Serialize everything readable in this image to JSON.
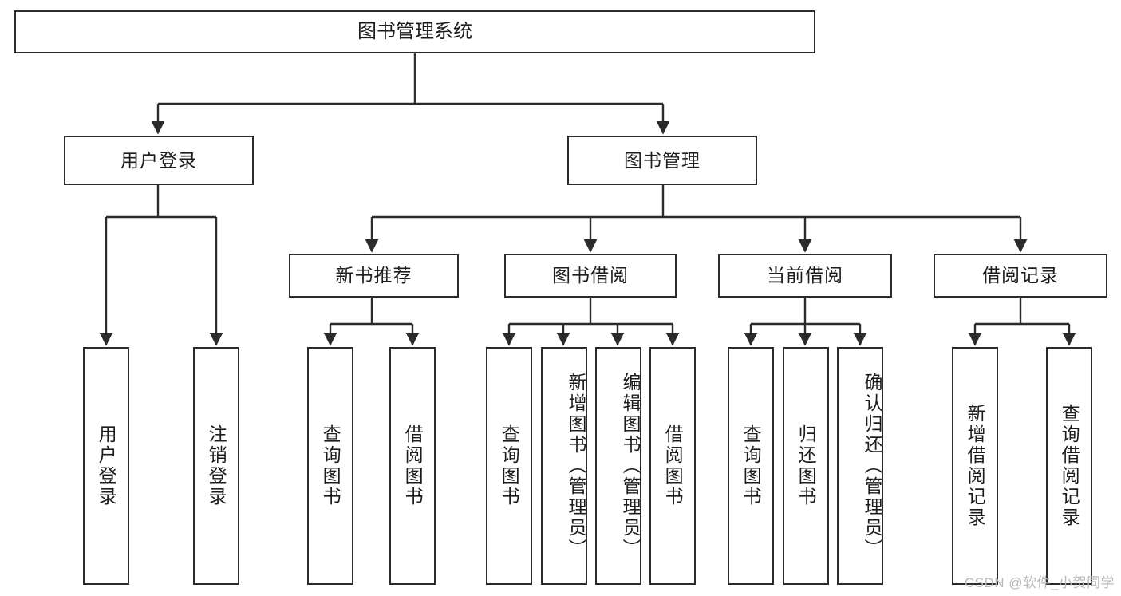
{
  "diagram": {
    "title": "图书管理系统",
    "type": "tree-hierarchy",
    "watermark": "CSDN @软件_小贺同学",
    "colors": {
      "stroke": "#2b2b2b",
      "fill": "#ffffff",
      "text": "#1d1d1d",
      "watermark": "#b9b9b9"
    },
    "levels": {
      "root": {
        "label": "图书管理系统"
      },
      "level2": [
        {
          "id": "user-login",
          "label": "用户登录"
        },
        {
          "id": "book-manage",
          "label": "图书管理"
        }
      ],
      "level3": [
        {
          "id": "new-book-rec",
          "label": "新书推荐"
        },
        {
          "id": "book-borrow",
          "label": "图书借阅"
        },
        {
          "id": "current-borrow",
          "label": "当前借阅"
        },
        {
          "id": "borrow-record",
          "label": "借阅记录"
        }
      ],
      "leaves": {
        "user-login": [
          {
            "id": "leaf-user-login",
            "label": "用户登录"
          },
          {
            "id": "leaf-user-logout",
            "label": "注销登录"
          }
        ],
        "new-book-rec": [
          {
            "id": "leaf-query-book-1",
            "label": "查询图书"
          },
          {
            "id": "leaf-borrow-book-1",
            "label": "借阅图书"
          }
        ],
        "book-borrow": [
          {
            "id": "leaf-query-book-2",
            "label": "查询图书"
          },
          {
            "id": "leaf-add-book",
            "label": "新增图书（管理员）"
          },
          {
            "id": "leaf-edit-book",
            "label": "编辑图书（管理员）"
          },
          {
            "id": "leaf-borrow-book-2",
            "label": "借阅图书"
          }
        ],
        "current-borrow": [
          {
            "id": "leaf-query-book-3",
            "label": "查询图书"
          },
          {
            "id": "leaf-return-book",
            "label": "归还图书"
          },
          {
            "id": "leaf-confirm-return",
            "label": "确认归还（管理员）"
          }
        ],
        "borrow-record": [
          {
            "id": "leaf-add-record",
            "label": "新增借阅记录"
          },
          {
            "id": "leaf-query-record",
            "label": "查询借阅记录"
          }
        ]
      }
    }
  }
}
